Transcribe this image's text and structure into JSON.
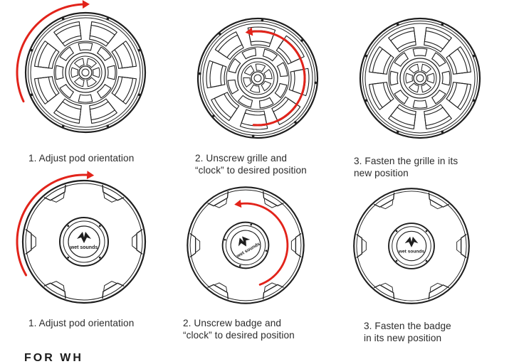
{
  "colors": {
    "arrow": "#e2231a",
    "line": "#1e1e1e",
    "text": "#2b2b2b"
  },
  "steps": [
    {
      "id": "grille-1",
      "lines": [
        "1. Adjust pod orientation"
      ]
    },
    {
      "id": "grille-2",
      "lines": [
        "2. Unscrew grille and",
        "“clock” to desired position"
      ]
    },
    {
      "id": "grille-3",
      "lines": [
        "3. Fasten the grille in its",
        "new position"
      ]
    },
    {
      "id": "badge-1",
      "lines": [
        "1. Adjust pod orientation"
      ]
    },
    {
      "id": "badge-2",
      "lines": [
        "2. Unscrew badge and",
        "“clock” to desired position"
      ]
    },
    {
      "id": "badge-3",
      "lines": [
        "3. Fasten the badge",
        "in its new position"
      ]
    }
  ],
  "badge": {
    "brand_text": "wet sounds"
  },
  "footer_fragment": "FOR WH"
}
